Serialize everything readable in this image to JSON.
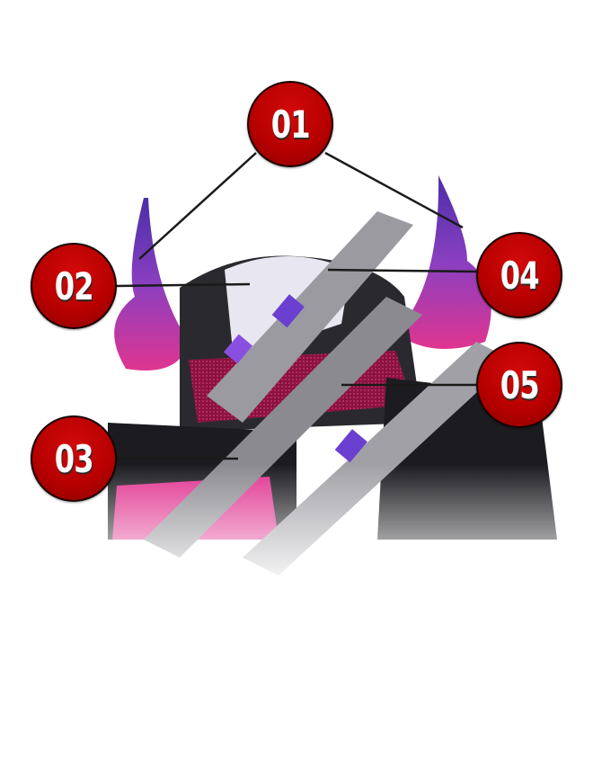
{
  "callouts": [
    {
      "label": "01"
    },
    {
      "label": "02"
    },
    {
      "label": "03"
    },
    {
      "label": "04"
    },
    {
      "label": "05"
    }
  ],
  "colors": {
    "marker": "#b80000",
    "line": "#1a1a1a",
    "accent_pink": "#e0338f",
    "accent_purple": "#6b3fd0"
  }
}
